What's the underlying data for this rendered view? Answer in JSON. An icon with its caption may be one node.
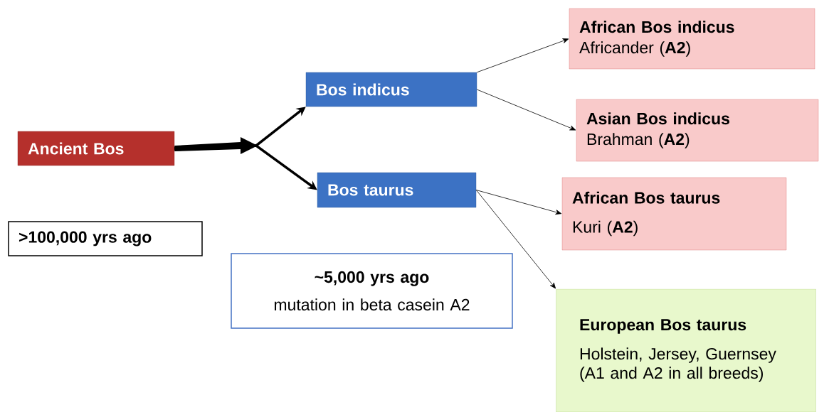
{
  "diagram": {
    "nodes": [
      {
        "text": [
          "Ancient Bos"
        ]
      },
      {
        "text": [
          "Bos indicus"
        ]
      },
      {
        "text": [
          "Bos taurus"
        ]
      },
      {
        "text": [
          "African Bos indicus",
          "Africander (**A2**)"
        ]
      },
      {
        "text": [
          "Asian Bos indicus",
          "Brahman (**A2**)"
        ]
      },
      {
        "text": [
          "African Bos taurus",
          "Kuri (**A2**)"
        ]
      },
      {
        "text": [
          "European Bos taurus",
          "Holstein, Jersey, Guernsey (A1 and A2 in all breeds)"
        ]
      },
      {
        "text": [
          ">100,000 yrs ago"
        ]
      },
      {
        "text": [
          "~5,000 yrs ago",
          "mutation in beta casein A2"
        ]
      }
    ],
    "edges": [
      {
        "from": 0,
        "to": 1,
        "arrow": "to",
        "style": "thick"
      },
      {
        "from": 0,
        "to": 2,
        "arrow": "to",
        "style": "thick"
      },
      {
        "from": 1,
        "to": 3,
        "arrow": "to"
      },
      {
        "from": 1,
        "to": 4,
        "arrow": "to"
      },
      {
        "from": 2,
        "to": 5,
        "arrow": "to"
      },
      {
        "from": 2,
        "to": 6,
        "arrow": "to"
      }
    ]
  }
}
